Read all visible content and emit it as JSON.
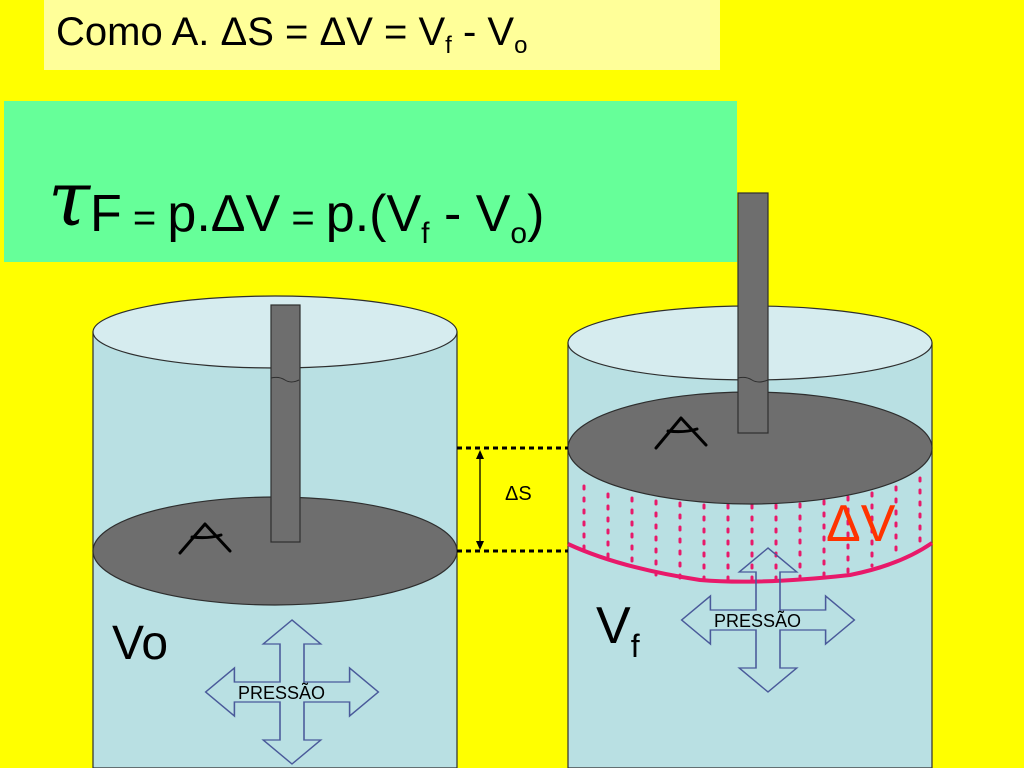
{
  "title": {
    "prefix": "Como A. ΔS = ΔV = V",
    "sub1": "f",
    "mid": " - V",
    "sub2": "o"
  },
  "formula": {
    "symbol": "τ",
    "part1": "F",
    "eq1": " = ",
    "part2": "p.ΔV",
    "eq2": " = ",
    "part3": "p.(V",
    "sub1": "f",
    "part4": " - V",
    "sub2": "o",
    "part5": ")"
  },
  "left_cylinder": {
    "area_label": "A",
    "volume_label": "Vo",
    "pressure_label": "PRESSÃO"
  },
  "right_cylinder": {
    "area_label": "A",
    "volume_label": "V",
    "volume_sub": "f",
    "delta_v_label": "ΔV",
    "pressure_label": "PRESSÃO"
  },
  "delta_s_label": "ΔS",
  "colors": {
    "background": "#FFFF00",
    "title_bg": "#FFFF99",
    "formula_bg": "#66FF99",
    "liquid": "#B9E0E3",
    "piston": "#6E6E6E",
    "delta_v": "#FF3300",
    "dots": "#E8196A"
  }
}
